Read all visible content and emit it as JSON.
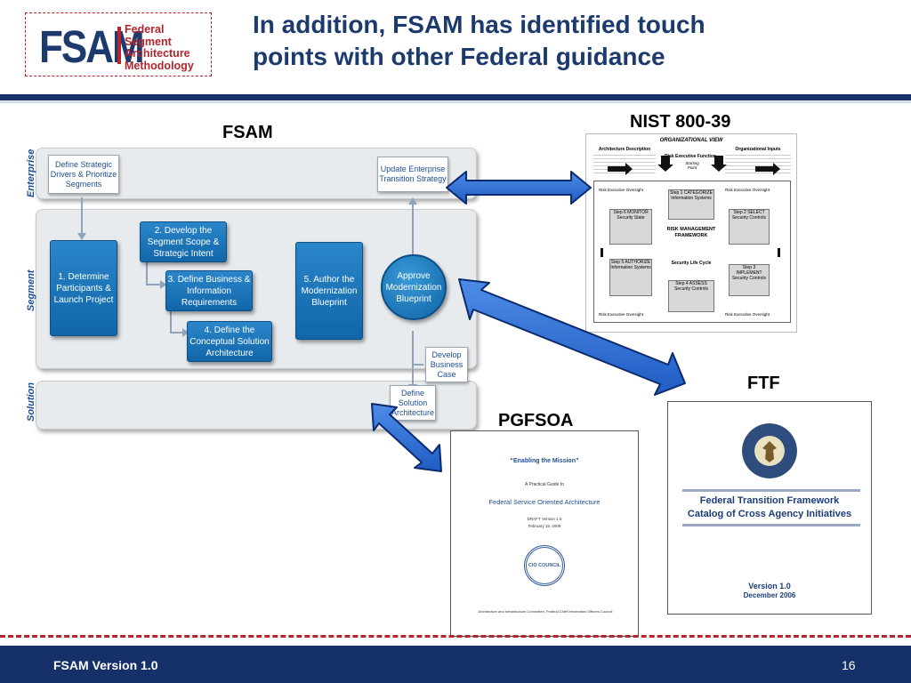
{
  "logo": {
    "short": "FSAM",
    "line1": "Federal",
    "line2": "Segment",
    "line3": "Architecture",
    "line4": "Methodology"
  },
  "title_line1": "In addition, FSAM has identified touch",
  "title_line2": "points with other Federal guidance",
  "labels": {
    "fsam": "FSAM",
    "nist": "NIST 800-39",
    "ftf": "FTF",
    "pgfsoa": "PGFSOA"
  },
  "diagram": {
    "bands": {
      "enterprise": "Enterprise",
      "segment": "Segment",
      "solution": "Solution"
    },
    "define_strategic": "Define Strategic Drivers & Prioritize Segments",
    "update_enterprise": "Update Enterprise Transition Strategy",
    "step1": "1. Determine Participants & Launch Project",
    "step2": "2. Develop the Segment Scope & Strategic Intent",
    "step3": "3. Define Business & Information Requirements",
    "step4": "4. Define the Conceptual Solution Architecture",
    "step5": "5. Author the Modernization Blueprint",
    "approve": "Approve Modernization Blueprint",
    "develop_case": "Develop Business Case",
    "define_solution": "Define Solution Architecture"
  },
  "nist_doc": {
    "header": "ORGANIZATIONAL VIEW",
    "col_left": "Architecture Description",
    "col_mid": "Risk Executive Function",
    "col_right": "Organizational Inputs",
    "starting_point": "Starting Point",
    "center": "RISK MANAGEMENT FRAMEWORK",
    "lifecycle": "Security Life Cycle",
    "step1": "Step 1 CATEGORIZE Information Systems",
    "step2": "Step 2 SELECT Security Controls",
    "step3": "Step 3 IMPLEMENT Security Controls",
    "step4": "Step 4 ASSESS Security Controls",
    "step5": "Step 5 AUTHORIZE Information Systems",
    "step6": "Step 6 MONITOR Security State",
    "oversight": "Risk Executive Oversight"
  },
  "pgfsoa_doc": {
    "enabling": "“Enabling the Mission”",
    "practical": "A Practical Guide to",
    "title": "Federal Service Oriented Architecture",
    "draft": "DRAFT Version 1.0",
    "date": "February 15, 2008",
    "seal": "CIO COUNCIL",
    "committee": "Architecture and Infrastructure Committee, Federal Chief Information Officers Council"
  },
  "ftf_doc": {
    "title1": "Federal Transition Framework",
    "title2": "Catalog of Cross Agency Initiatives",
    "version": "Version 1.0",
    "date": "December 2006"
  },
  "footer": {
    "left": "FSAM Version 1.0",
    "page": "16"
  },
  "colors": {
    "navy": "#16316a",
    "red": "#b3262d",
    "blue": "#1066a8",
    "arrow": "#2f6fd0"
  }
}
